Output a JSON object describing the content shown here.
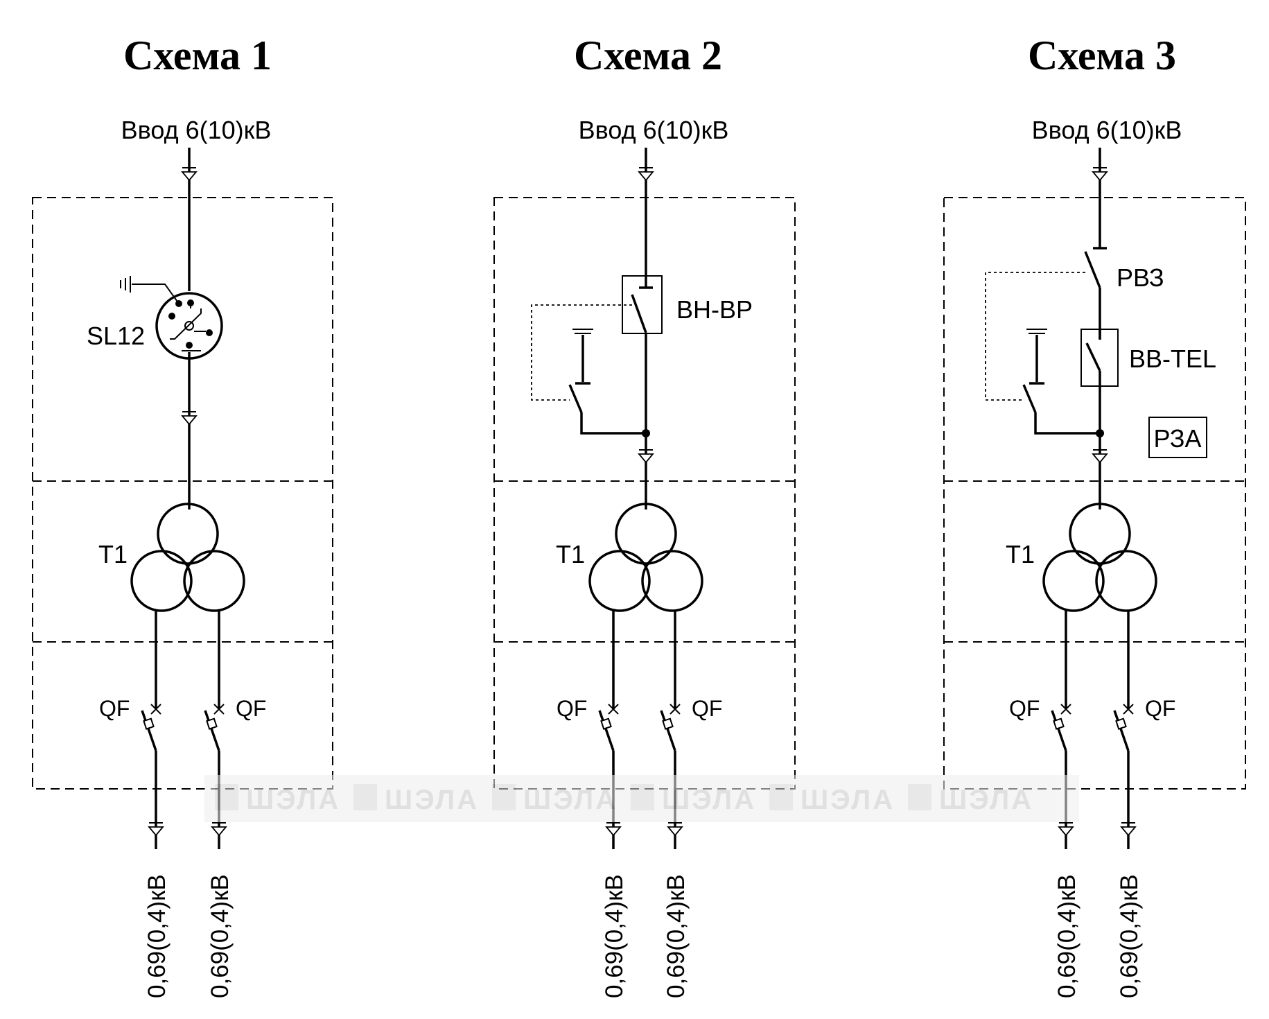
{
  "schemes": [
    {
      "title": "Схема 1",
      "input_label": "Ввод 6(10)кВ",
      "switch_label": "SL12",
      "transformer_label": "T1",
      "breaker_left_label": "QF",
      "breaker_right_label": "QF",
      "output_left_label": "0,69(0,4)кВ",
      "output_right_label": "0,69(0,4)кВ"
    },
    {
      "title": "Схема 2",
      "input_label": "Ввод 6(10)кВ",
      "switch_label": "ВН-ВР",
      "transformer_label": "T1",
      "breaker_left_label": "QF",
      "breaker_right_label": "QF",
      "output_left_label": "0,69(0,4)кВ",
      "output_right_label": "0,69(0,4)кВ"
    },
    {
      "title": "Схема 3",
      "input_label": "Ввод 6(10)кВ",
      "disconnector_label": "РВЗ",
      "switch_label": "ВВ-TEL",
      "protection_label": "РЗА",
      "transformer_label": "T1",
      "breaker_left_label": "QF",
      "breaker_right_label": "QF",
      "output_left_label": "0,69(0,4)кВ",
      "output_right_label": "0,69(0,4)кВ"
    }
  ],
  "watermark": [
    "ШЭЛА",
    "ШЭЛА",
    "ШЭЛА",
    "ШЭЛА",
    "ШЭЛА",
    "ШЭЛА"
  ]
}
